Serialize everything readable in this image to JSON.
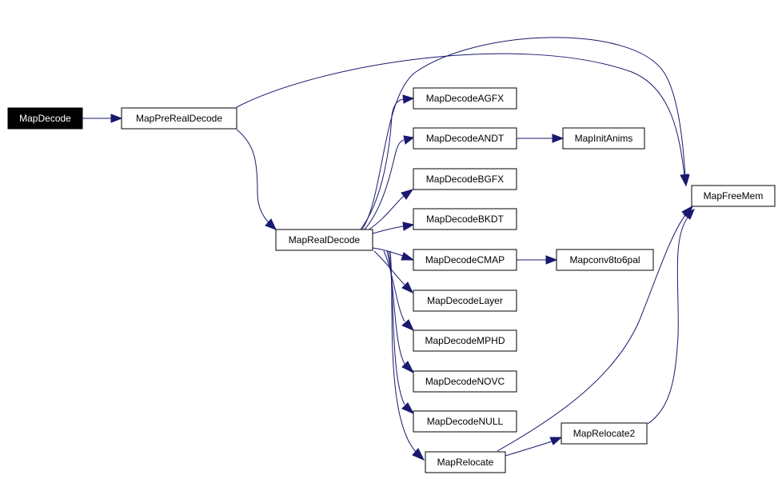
{
  "graph": {
    "type": "call-graph",
    "root": "MapDecode",
    "colors": {
      "edge": "#191970",
      "root_fill": "#000000",
      "root_text": "#ffffff",
      "node_fill": "#ffffff",
      "node_border": "#000000"
    },
    "nodes": {
      "MapDecode": "MapDecode",
      "MapPreRealDecode": "MapPreRealDecode",
      "MapRealDecode": "MapRealDecode",
      "MapDecodeAGFX": "MapDecodeAGFX",
      "MapDecodeANDT": "MapDecodeANDT",
      "MapInitAnims": "MapInitAnims",
      "MapDecodeBGFX": "MapDecodeBGFX",
      "MapDecodeBKDT": "MapDecodeBKDT",
      "MapDecodeCMAP": "MapDecodeCMAP",
      "Mapconv8to6pal": "Mapconv8to6pal",
      "MapDecodeLayer": "MapDecodeLayer",
      "MapDecodeMPHD": "MapDecodeMPHD",
      "MapDecodeNOVC": "MapDecodeNOVC",
      "MapDecodeNULL": "MapDecodeNULL",
      "MapRelocate": "MapRelocate",
      "MapRelocate2": "MapRelocate2",
      "MapFreeMem": "MapFreeMem"
    },
    "edges": [
      [
        "MapDecode",
        "MapPreRealDecode"
      ],
      [
        "MapPreRealDecode",
        "MapRealDecode"
      ],
      [
        "MapPreRealDecode",
        "MapFreeMem"
      ],
      [
        "MapRealDecode",
        "MapDecodeAGFX"
      ],
      [
        "MapRealDecode",
        "MapDecodeANDT"
      ],
      [
        "MapRealDecode",
        "MapDecodeBGFX"
      ],
      [
        "MapRealDecode",
        "MapDecodeBKDT"
      ],
      [
        "MapRealDecode",
        "MapDecodeCMAP"
      ],
      [
        "MapRealDecode",
        "MapDecodeLayer"
      ],
      [
        "MapRealDecode",
        "MapDecodeMPHD"
      ],
      [
        "MapRealDecode",
        "MapDecodeNOVC"
      ],
      [
        "MapRealDecode",
        "MapDecodeNULL"
      ],
      [
        "MapRealDecode",
        "MapRelocate"
      ],
      [
        "MapRealDecode",
        "MapFreeMem"
      ],
      [
        "MapDecodeANDT",
        "MapInitAnims"
      ],
      [
        "MapDecodeCMAP",
        "Mapconv8to6pal"
      ],
      [
        "MapRelocate",
        "MapRelocate2"
      ],
      [
        "MapRelocate",
        "MapFreeMem"
      ],
      [
        "MapRelocate2",
        "MapFreeMem"
      ]
    ]
  }
}
